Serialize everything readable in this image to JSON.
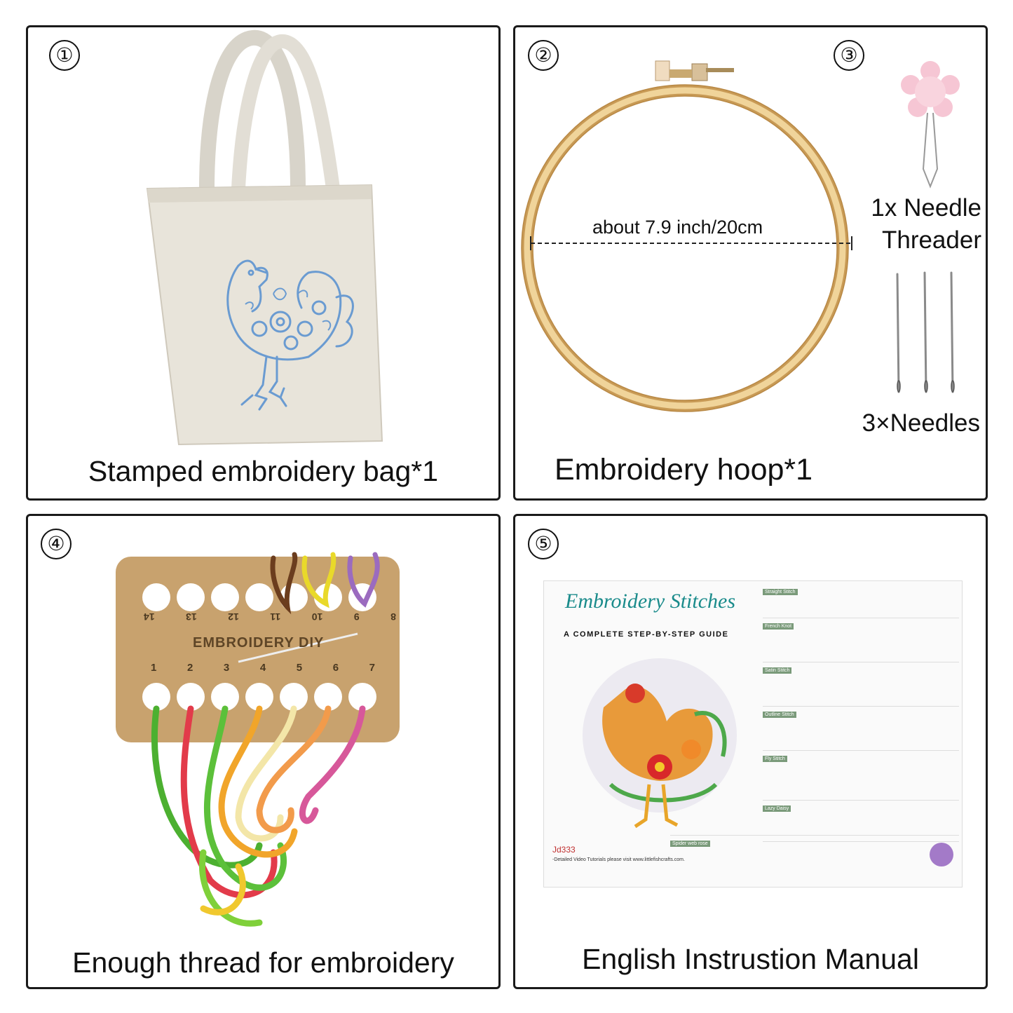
{
  "panels": [
    {
      "number": "①",
      "caption": "Stamped embroidery bag*1"
    },
    {
      "number": "②",
      "caption": "Embroidery hoop*1",
      "measure": "about 7.9 inch/20cm"
    },
    {
      "number": "③",
      "threader_label": "1x Needle Threader",
      "needles_label": "3×Needles"
    },
    {
      "number": "④",
      "caption": "Enough thread for embroidery",
      "card_title": "EMBROIDERY DIY",
      "top_numbers": [
        "14",
        "13",
        "12",
        "11",
        "10",
        "9",
        "8"
      ],
      "bottom_numbers": [
        "1",
        "2",
        "3",
        "4",
        "5",
        "6",
        "7"
      ]
    },
    {
      "number": "⑤",
      "caption": "English Instrustion Manual",
      "manual": {
        "title": "Embroidery Stitches",
        "subtitle": "A COMPLETE STEP-BY-STEP GUIDE",
        "code": "Jd333",
        "sections": [
          "Straight Stitch",
          "French Knot",
          "Satin Stitch",
          "Outline Stitch",
          "Fly Stitch",
          "Lazy Daisy",
          "Spider web rose"
        ],
        "footer": "-Detailed Video Tutorials please visit www.littlefishcrafts.com."
      }
    }
  ],
  "colors": {
    "border": "#1a1a1a",
    "bag": "#e8e4da",
    "bag_print": "#6a9bd1",
    "hoop": "#e8c88a",
    "card": "#c8a26e",
    "manual_title": "#1a8b8b"
  },
  "icons": [
    "tote-bag-image",
    "embroidery-hoop-image",
    "needle-threader-image",
    "needles-image",
    "thread-card-image",
    "manual-image"
  ]
}
